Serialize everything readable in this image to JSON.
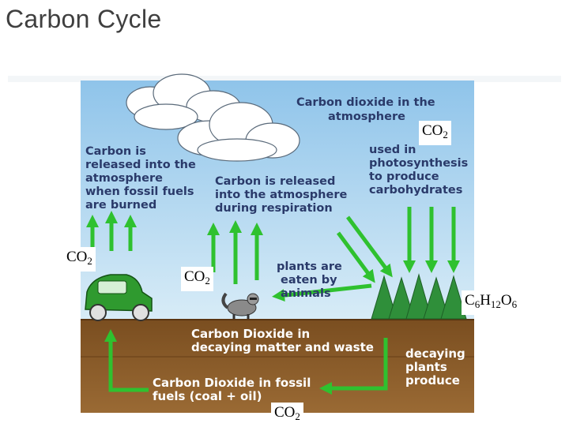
{
  "slide": {
    "title": "Carbon Cycle"
  },
  "diagram": {
    "atmosphere_label": [
      "Carbon dioxide in the",
      "atmosphere"
    ],
    "photosynthesis_label": [
      "used in",
      "photosynthesis",
      "to produce",
      "carbohydrates"
    ],
    "fossil_release_label": [
      "Carbon is",
      "released into the",
      "atmosphere",
      "when fossil fuels",
      "are burned"
    ],
    "respiration_label": [
      "Carbon is released",
      "into the atmosphere",
      "during respiration"
    ],
    "eaten_label": [
      "plants are",
      "eaten by",
      "animals"
    ],
    "decaying_matter_label": [
      "Carbon Dioxide in",
      "decaying matter and waste"
    ],
    "fossil_fuels_label": [
      "Carbon Dioxide in fossil",
      "fuels (coal + oil)"
    ],
    "decaying_plants_label": [
      "decaying",
      "plants",
      "produce"
    ]
  },
  "formulas": {
    "co2_top_right": {
      "base": "CO",
      "sub": "2"
    },
    "co2_left": {
      "base": "CO",
      "sub": "2"
    },
    "co2_center": {
      "base": "CO",
      "sub": "2"
    },
    "glucose": {
      "parts": [
        "C",
        "6",
        "H",
        "12",
        "O",
        "6"
      ]
    },
    "co2_bottom": {
      "base": "CO",
      "sub": "2"
    }
  },
  "colors": {
    "sky_top": "#8fc4ea",
    "sky_bottom": "#d8ecf7",
    "soil": "#8a5a26",
    "arrow_green": "#2fc12f",
    "label_blue": "#2a3a6a"
  }
}
